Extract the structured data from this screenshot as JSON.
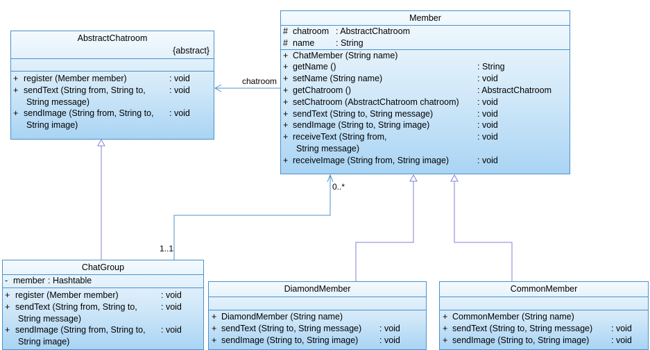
{
  "classes": {
    "abstract_chatroom": {
      "name": "AbstractChatroom",
      "stereotype": "{abstract}",
      "operations": [
        {
          "vis": "+",
          "sig": "register (Member member)",
          "type": ": void"
        },
        {
          "vis": "+",
          "sig": "sendText (String from, String to,",
          "type": ": void"
        },
        {
          "vis": "",
          "sig": "String message)",
          "type": ""
        },
        {
          "vis": "+",
          "sig": "sendImage (String from, String to,",
          "type": ": void"
        },
        {
          "vis": "",
          "sig": "String image)",
          "type": ""
        }
      ]
    },
    "member": {
      "name": "Member",
      "attributes": [
        {
          "vis": "#",
          "sig": "chatroom",
          "type": ": AbstractChatroom"
        },
        {
          "vis": "#",
          "sig": "name",
          "type": ": String"
        }
      ],
      "operations": [
        {
          "vis": "+",
          "sig": "ChatMember (String name)",
          "type": ""
        },
        {
          "vis": "+",
          "sig": "getName ()",
          "type": ": String"
        },
        {
          "vis": "+",
          "sig": "setName (String name)",
          "type": ": void"
        },
        {
          "vis": "+",
          "sig": "getChatroom ()",
          "type": ": AbstractChatroom"
        },
        {
          "vis": "+",
          "sig": "setChatroom (AbstractChatroom chatroom)",
          "type": ": void"
        },
        {
          "vis": "+",
          "sig": "sendText (String to, String message)",
          "type": ": void"
        },
        {
          "vis": "+",
          "sig": "sendImage (String to, String image)",
          "type": ": void"
        },
        {
          "vis": "+",
          "sig": "receiveText (String from,",
          "type": ": void"
        },
        {
          "vis": "",
          "sig": "String message)",
          "type": ""
        },
        {
          "vis": "+",
          "sig": "receiveImage (String from, String image)",
          "type": ": void"
        }
      ]
    },
    "chat_group": {
      "name": "ChatGroup",
      "attributes": [
        {
          "vis": "-",
          "sig": "member",
          "type": ": Hashtable"
        }
      ],
      "operations": [
        {
          "vis": "+",
          "sig": "register (Member member)",
          "type": ": void"
        },
        {
          "vis": "+",
          "sig": "sendText (String from, String to,",
          "type": ": void"
        },
        {
          "vis": "",
          "sig": "String message)",
          "type": ""
        },
        {
          "vis": "+",
          "sig": "sendImage (String from, String to,",
          "type": ": void"
        },
        {
          "vis": "",
          "sig": "String image)",
          "type": ""
        }
      ]
    },
    "diamond_member": {
      "name": "DiamondMember",
      "operations": [
        {
          "vis": "+",
          "sig": "DiamondMember (String name)",
          "type": ""
        },
        {
          "vis": "+",
          "sig": "sendText (String to, String message)",
          "type": ": void"
        },
        {
          "vis": "+",
          "sig": "sendImage (String to, String image)",
          "type": ": void"
        }
      ]
    },
    "common_member": {
      "name": "CommonMember",
      "operations": [
        {
          "vis": "+",
          "sig": "CommonMember (String name)",
          "type": ""
        },
        {
          "vis": "+",
          "sig": "sendText (String to, String message)",
          "type": ": void"
        },
        {
          "vis": "+",
          "sig": "sendImage (String to, String image)",
          "type": ": void"
        }
      ]
    }
  },
  "connectors": {
    "member_to_chatroom_label": "chatroom",
    "member_multiplicity": "0..*",
    "chatgroup_multiplicity": "1..1"
  },
  "colors": {
    "class_border": "#4a90c8",
    "class_fill_top": "#f4fafe",
    "class_fill_bottom": "#a9d4f4",
    "association_line": "#4a90c8",
    "generalization_line": "#8080d8"
  }
}
